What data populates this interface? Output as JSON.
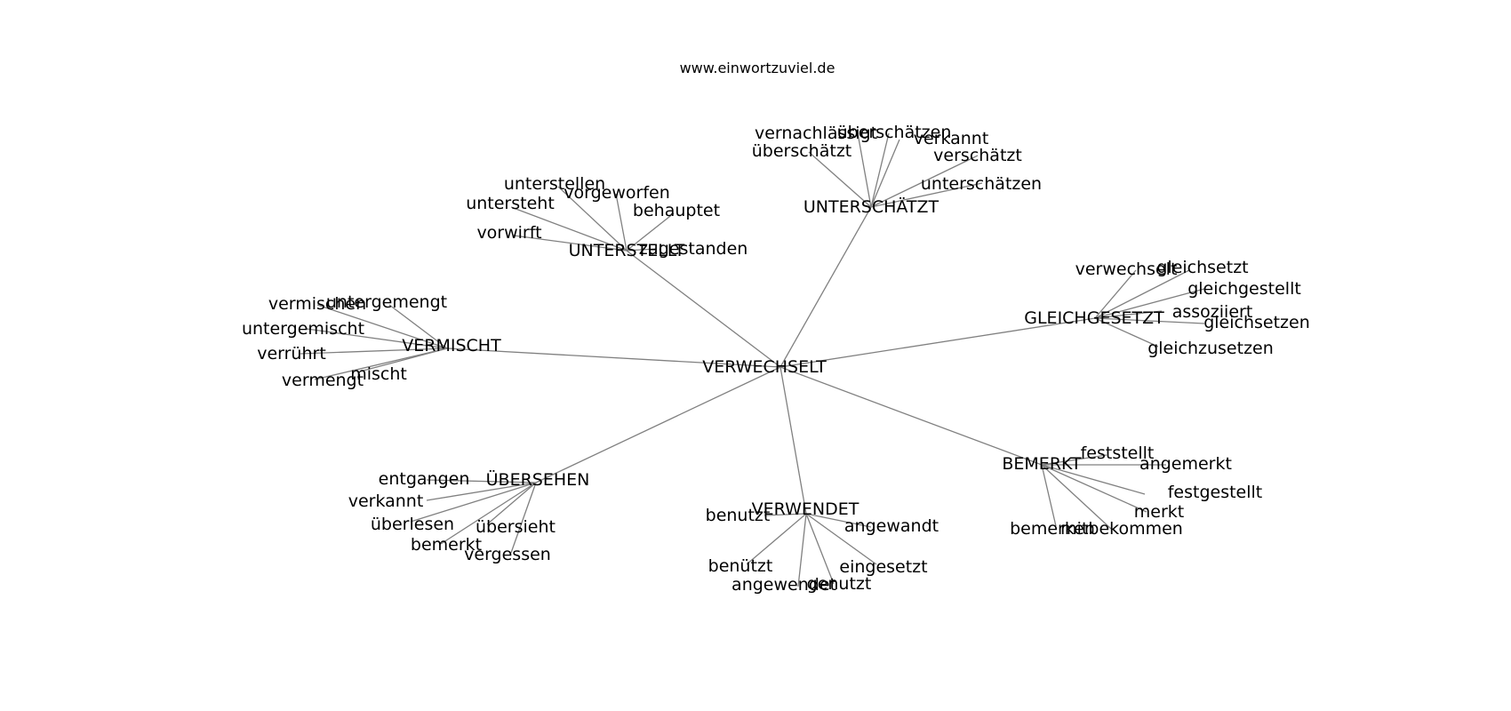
{
  "title": "www.einwortzuviel.de",
  "edge_color": "#808080",
  "text_color": "#000000",
  "root": "VERWECHSELT",
  "clusters": [
    {
      "hub": "UNTERSCHÄTZT",
      "leaves": [
        "vernachlässigt",
        "überschätzen",
        "verkannt",
        "überschätzt",
        "verschätzt",
        "unterschätzen"
      ]
    },
    {
      "hub": "UNTERSTELLT",
      "leaves": [
        "unterstellen",
        "vorgeworfen",
        "untersteht",
        "behauptet",
        "vorwirft",
        "zugestanden"
      ]
    },
    {
      "hub": "VERMISCHT",
      "leaves": [
        "vermischen",
        "untergemengt",
        "untergemischt",
        "verrührt",
        "mischt",
        "vermengt"
      ]
    },
    {
      "hub": "GLEICHGESETZT",
      "leaves": [
        "verwechselt",
        "gleichsetzt",
        "gleichgestellt",
        "assoziiert",
        "gleichsetzen",
        "gleichzusetzen"
      ]
    },
    {
      "hub": "ÜBERSEHEN",
      "leaves": [
        "entgangen",
        "verkannt",
        "überlesen",
        "übersieht",
        "bemerkt",
        "vergessen"
      ]
    },
    {
      "hub": "VERWENDET",
      "leaves": [
        "benutzt",
        "angewandt",
        "benützt",
        "eingesetzt",
        "angewendet",
        "genutzt"
      ]
    },
    {
      "hub": "BEMERKT",
      "leaves": [
        "feststellt",
        "angemerkt",
        "festgestellt",
        "merkt",
        "bemerken",
        "mitbekommen"
      ]
    }
  ]
}
